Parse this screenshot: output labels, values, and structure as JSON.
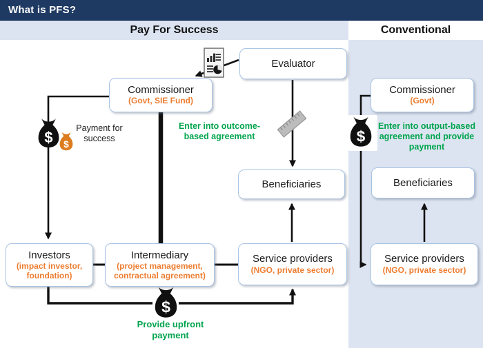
{
  "title_bar": {
    "title": "What is PFS?"
  },
  "sections": {
    "pfs_header": "Pay For Success",
    "conventional_header": "Conventional"
  },
  "pfs": {
    "evaluator": {
      "title": "Evaluator"
    },
    "commissioner": {
      "title": "Commissioner",
      "subtitle": "(Govt, SIE Fund)"
    },
    "beneficiaries": {
      "title": "Beneficiaries"
    },
    "investors": {
      "title": "Investors",
      "subtitle": "(impact investor, foundation)"
    },
    "intermediary": {
      "title": "Intermediary",
      "subtitle": "(project management, contractual agreement)"
    },
    "service_providers": {
      "title": "Service providers",
      "subtitle": "(NGO, private sector)"
    },
    "labels": {
      "payment_for_success": "Payment for success",
      "outcome_agreement": "Enter into outcome-based agreement",
      "upfront_payment": "Provide upfront payment"
    }
  },
  "conventional": {
    "commissioner": {
      "title": "Commissioner",
      "subtitle": "(Govt)"
    },
    "beneficiaries": {
      "title": "Beneficiaries"
    },
    "service_providers": {
      "title": "Service providers",
      "subtitle": "(NGO, private sector)"
    },
    "labels": {
      "output_agreement": "Enter into output-based agreement and provide payment"
    }
  },
  "icons": {
    "money_bag": "money-bag with $",
    "report": "evaluation report",
    "ruler": "measurement ruler"
  },
  "colors": {
    "header_navy": "#1e3a63",
    "panel_blue": "#dce4f1",
    "box_border": "#a9c4e4",
    "accent_orange": "#ed7d31",
    "accent_green": "#00a44d",
    "line_black": "#111111"
  }
}
